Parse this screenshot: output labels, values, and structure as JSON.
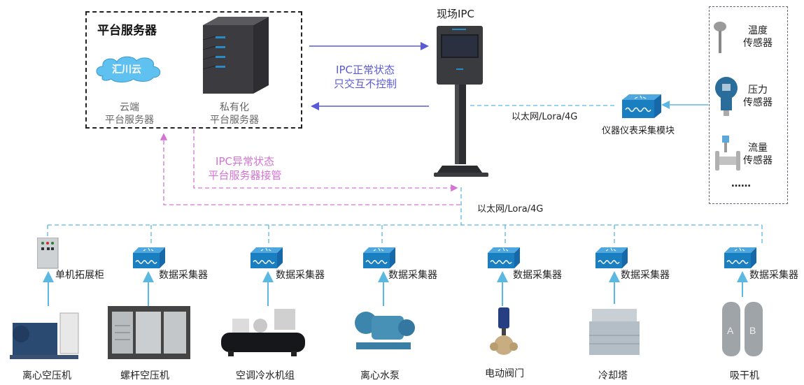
{
  "server_group": {
    "title": "平台服务器",
    "cloud": {
      "logo_text": "汇川云",
      "label_line1": "云端",
      "label_line2": "平台服务器"
    },
    "private": {
      "label_line1": "私有化",
      "label_line2": "平台服务器"
    }
  },
  "ipc": {
    "label": "现场IPC"
  },
  "normal_state": {
    "line1": "IPC正常状态",
    "line2": "只交互不控制"
  },
  "abnormal_state": {
    "line1": "IPC异常状态",
    "line2": "平台服务器接管"
  },
  "network_right": "以太网/Lora/4G",
  "network_bottom": "以太网/Lora/4G",
  "instrument_module": {
    "label": "仪器仪表采集模块"
  },
  "sensors": [
    {
      "line1": "温度",
      "line2": "传感器"
    },
    {
      "line1": "压力",
      "line2": "传感器"
    },
    {
      "line1": "流量",
      "line2": "传感器"
    }
  ],
  "sensors_more": "……",
  "collectors": [
    {
      "label": "单机拓展柜",
      "device": "离心空压机"
    },
    {
      "label": "数据采集器",
      "device": "螺杆空压机"
    },
    {
      "label": "数据采集器",
      "device": "空调冷水机组"
    },
    {
      "label": "数据采集器",
      "device": "离心水泵"
    },
    {
      "label": "数据采集器",
      "device": "电动阀门"
    },
    {
      "label": "数据采集器",
      "device": "冷却塔"
    },
    {
      "label": "数据采集器",
      "device": "吸干机"
    }
  ],
  "colors": {
    "normal": "#5a5ad6",
    "abnormal": "#d473d4",
    "network": "#5bb8e0",
    "collector": "#1a7fc0"
  }
}
